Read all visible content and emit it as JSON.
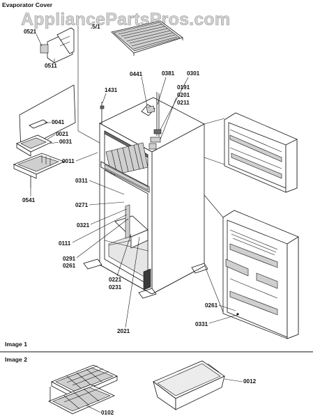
{
  "header": {
    "title": "Evaporator Cover"
  },
  "watermark": "AppliancePartsPros.com",
  "callouts": {
    "c0521": "0521",
    "c0511": "0511",
    "c0571": ".5/1",
    "c0441": "0441",
    "c0381": "0381",
    "c0301": "0301",
    "c1431": "1431",
    "c0191": "0191",
    "c0201": "0201",
    "c0211": "0211",
    "c0041": "0041",
    "c0021": "0021",
    "c0031": "0031",
    "c0011": "0011",
    "c0541": "0541",
    "c0311": "0311",
    "c0271": "0271",
    "c0321": "0321",
    "c0111": "0111",
    "c0291": "0291",
    "c0261a": "0261",
    "c0221": "0221",
    "c0231": "0231",
    "c2021": "2021",
    "c0261b": "0261",
    "c0331": "0331",
    "c0102": "0102",
    "c0012": "0012"
  },
  "sections": {
    "image1": "Image 1",
    "image2": "Image 2"
  }
}
